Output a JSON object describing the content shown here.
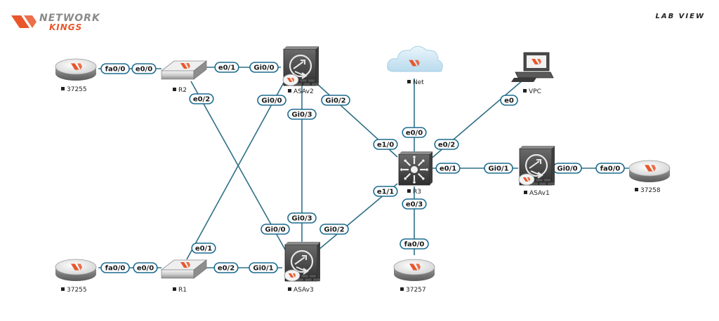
{
  "brand": {
    "line1": "NETWORK",
    "line2": "KINGS",
    "tag": "LAB VIEW"
  },
  "nodes": [
    {
      "id": "c37255a",
      "label": "37255",
      "kind": "cloud-router",
      "icon": "router-disc-icon"
    },
    {
      "id": "c37255b",
      "label": "37255",
      "kind": "cloud-router",
      "icon": "router-disc-icon"
    },
    {
      "id": "r2",
      "label": "R2",
      "kind": "router",
      "icon": "router-icon"
    },
    {
      "id": "r1",
      "label": "R1",
      "kind": "router",
      "icon": "router-icon"
    },
    {
      "id": "asav2",
      "label": "ASAv2",
      "kind": "firewall",
      "icon": "asa-firewall-icon"
    },
    {
      "id": "asav3",
      "label": "ASAv3",
      "kind": "firewall",
      "icon": "asa-firewall-icon"
    },
    {
      "id": "r3",
      "label": "R3",
      "kind": "l3switch",
      "icon": "layer3-switch-icon"
    },
    {
      "id": "net",
      "label": "Net",
      "kind": "cloud",
      "icon": "cloud-icon"
    },
    {
      "id": "vpc",
      "label": "VPC",
      "kind": "pc",
      "icon": "vpc-computer-icon"
    },
    {
      "id": "asav1",
      "label": "ASAv1",
      "kind": "firewall",
      "icon": "asa-firewall-icon"
    },
    {
      "id": "c37258",
      "label": "37258",
      "kind": "cloud-router",
      "icon": "router-disc-icon"
    },
    {
      "id": "c37257",
      "label": "37257",
      "kind": "cloud-router",
      "icon": "router-disc-icon"
    }
  ],
  "links": [
    {
      "a": "c37255a",
      "b": "r2",
      "ports": [
        "fa0/0",
        "e0/0"
      ]
    },
    {
      "a": "r2",
      "b": "asav2",
      "ports": [
        "e0/1",
        "Gi0/0"
      ]
    },
    {
      "a": "r2",
      "b": "asav3",
      "ports": [
        "e0/2",
        "Gi0/0"
      ]
    },
    {
      "a": "r1",
      "b": "asav2",
      "ports": [
        "e0/1",
        "Gi0/0"
      ]
    },
    {
      "a": "c37255b",
      "b": "r1",
      "ports": [
        "fa0/0",
        "e0/0"
      ]
    },
    {
      "a": "r1",
      "b": "asav3",
      "ports": [
        "e0/2",
        "Gi0/1"
      ]
    },
    {
      "a": "asav2",
      "b": "asav3",
      "ports": [
        "Gi0/3",
        "Gi0/3"
      ]
    },
    {
      "a": "asav2",
      "b": "r3",
      "ports": [
        "Gi0/2",
        "e1/0"
      ]
    },
    {
      "a": "asav3",
      "b": "r3",
      "ports": [
        "Gi0/2",
        "e1/1"
      ]
    },
    {
      "a": "net",
      "b": "r3",
      "ports": [
        "e0/0"
      ]
    },
    {
      "a": "vpc",
      "b": "r3",
      "ports": [
        "e0",
        "e0/2"
      ]
    },
    {
      "a": "r3",
      "b": "asav1",
      "ports": [
        "e0/1",
        "Gi0/1"
      ]
    },
    {
      "a": "asav1",
      "b": "c37258",
      "ports": [
        "Gi0/0",
        "fa0/0"
      ]
    },
    {
      "a": "r3",
      "b": "c37257",
      "ports": [
        "e0/3",
        "fa0/0"
      ]
    }
  ],
  "colors": {
    "accent": "#e8562a",
    "port_border": "#1b6b8f",
    "line": "#2f6f86"
  }
}
